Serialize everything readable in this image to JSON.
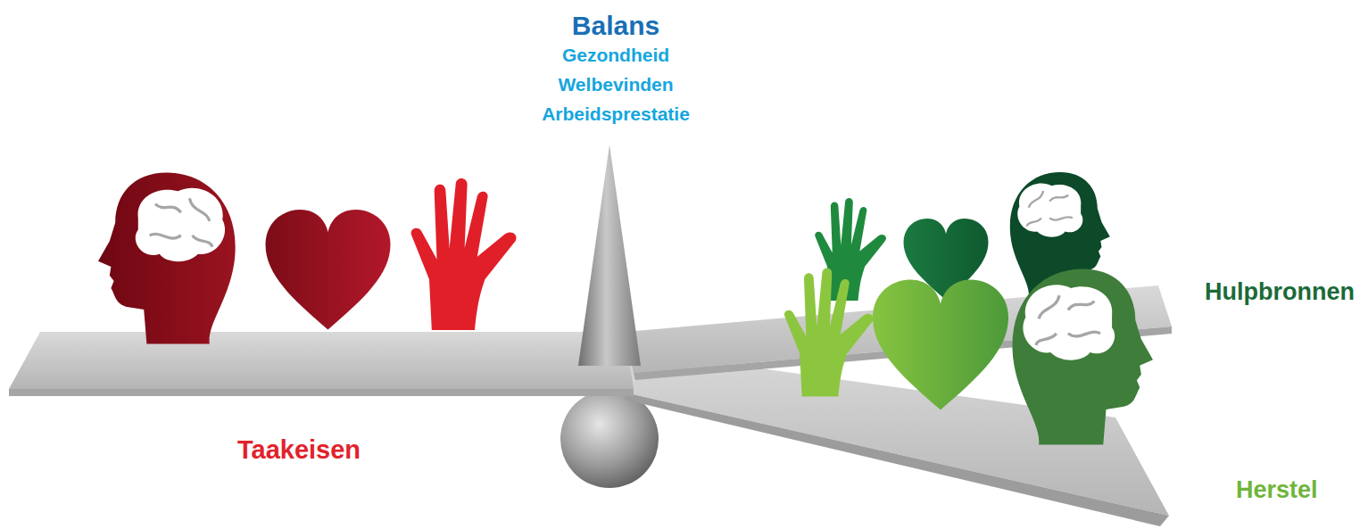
{
  "diagram": {
    "labels": [
      "Balans",
      "Gezondheid",
      "Welbevinden",
      "Arbeidsprestatie",
      "Taakeisen",
      "Hulpbronnen",
      "Herstel"
    ]
  }
}
